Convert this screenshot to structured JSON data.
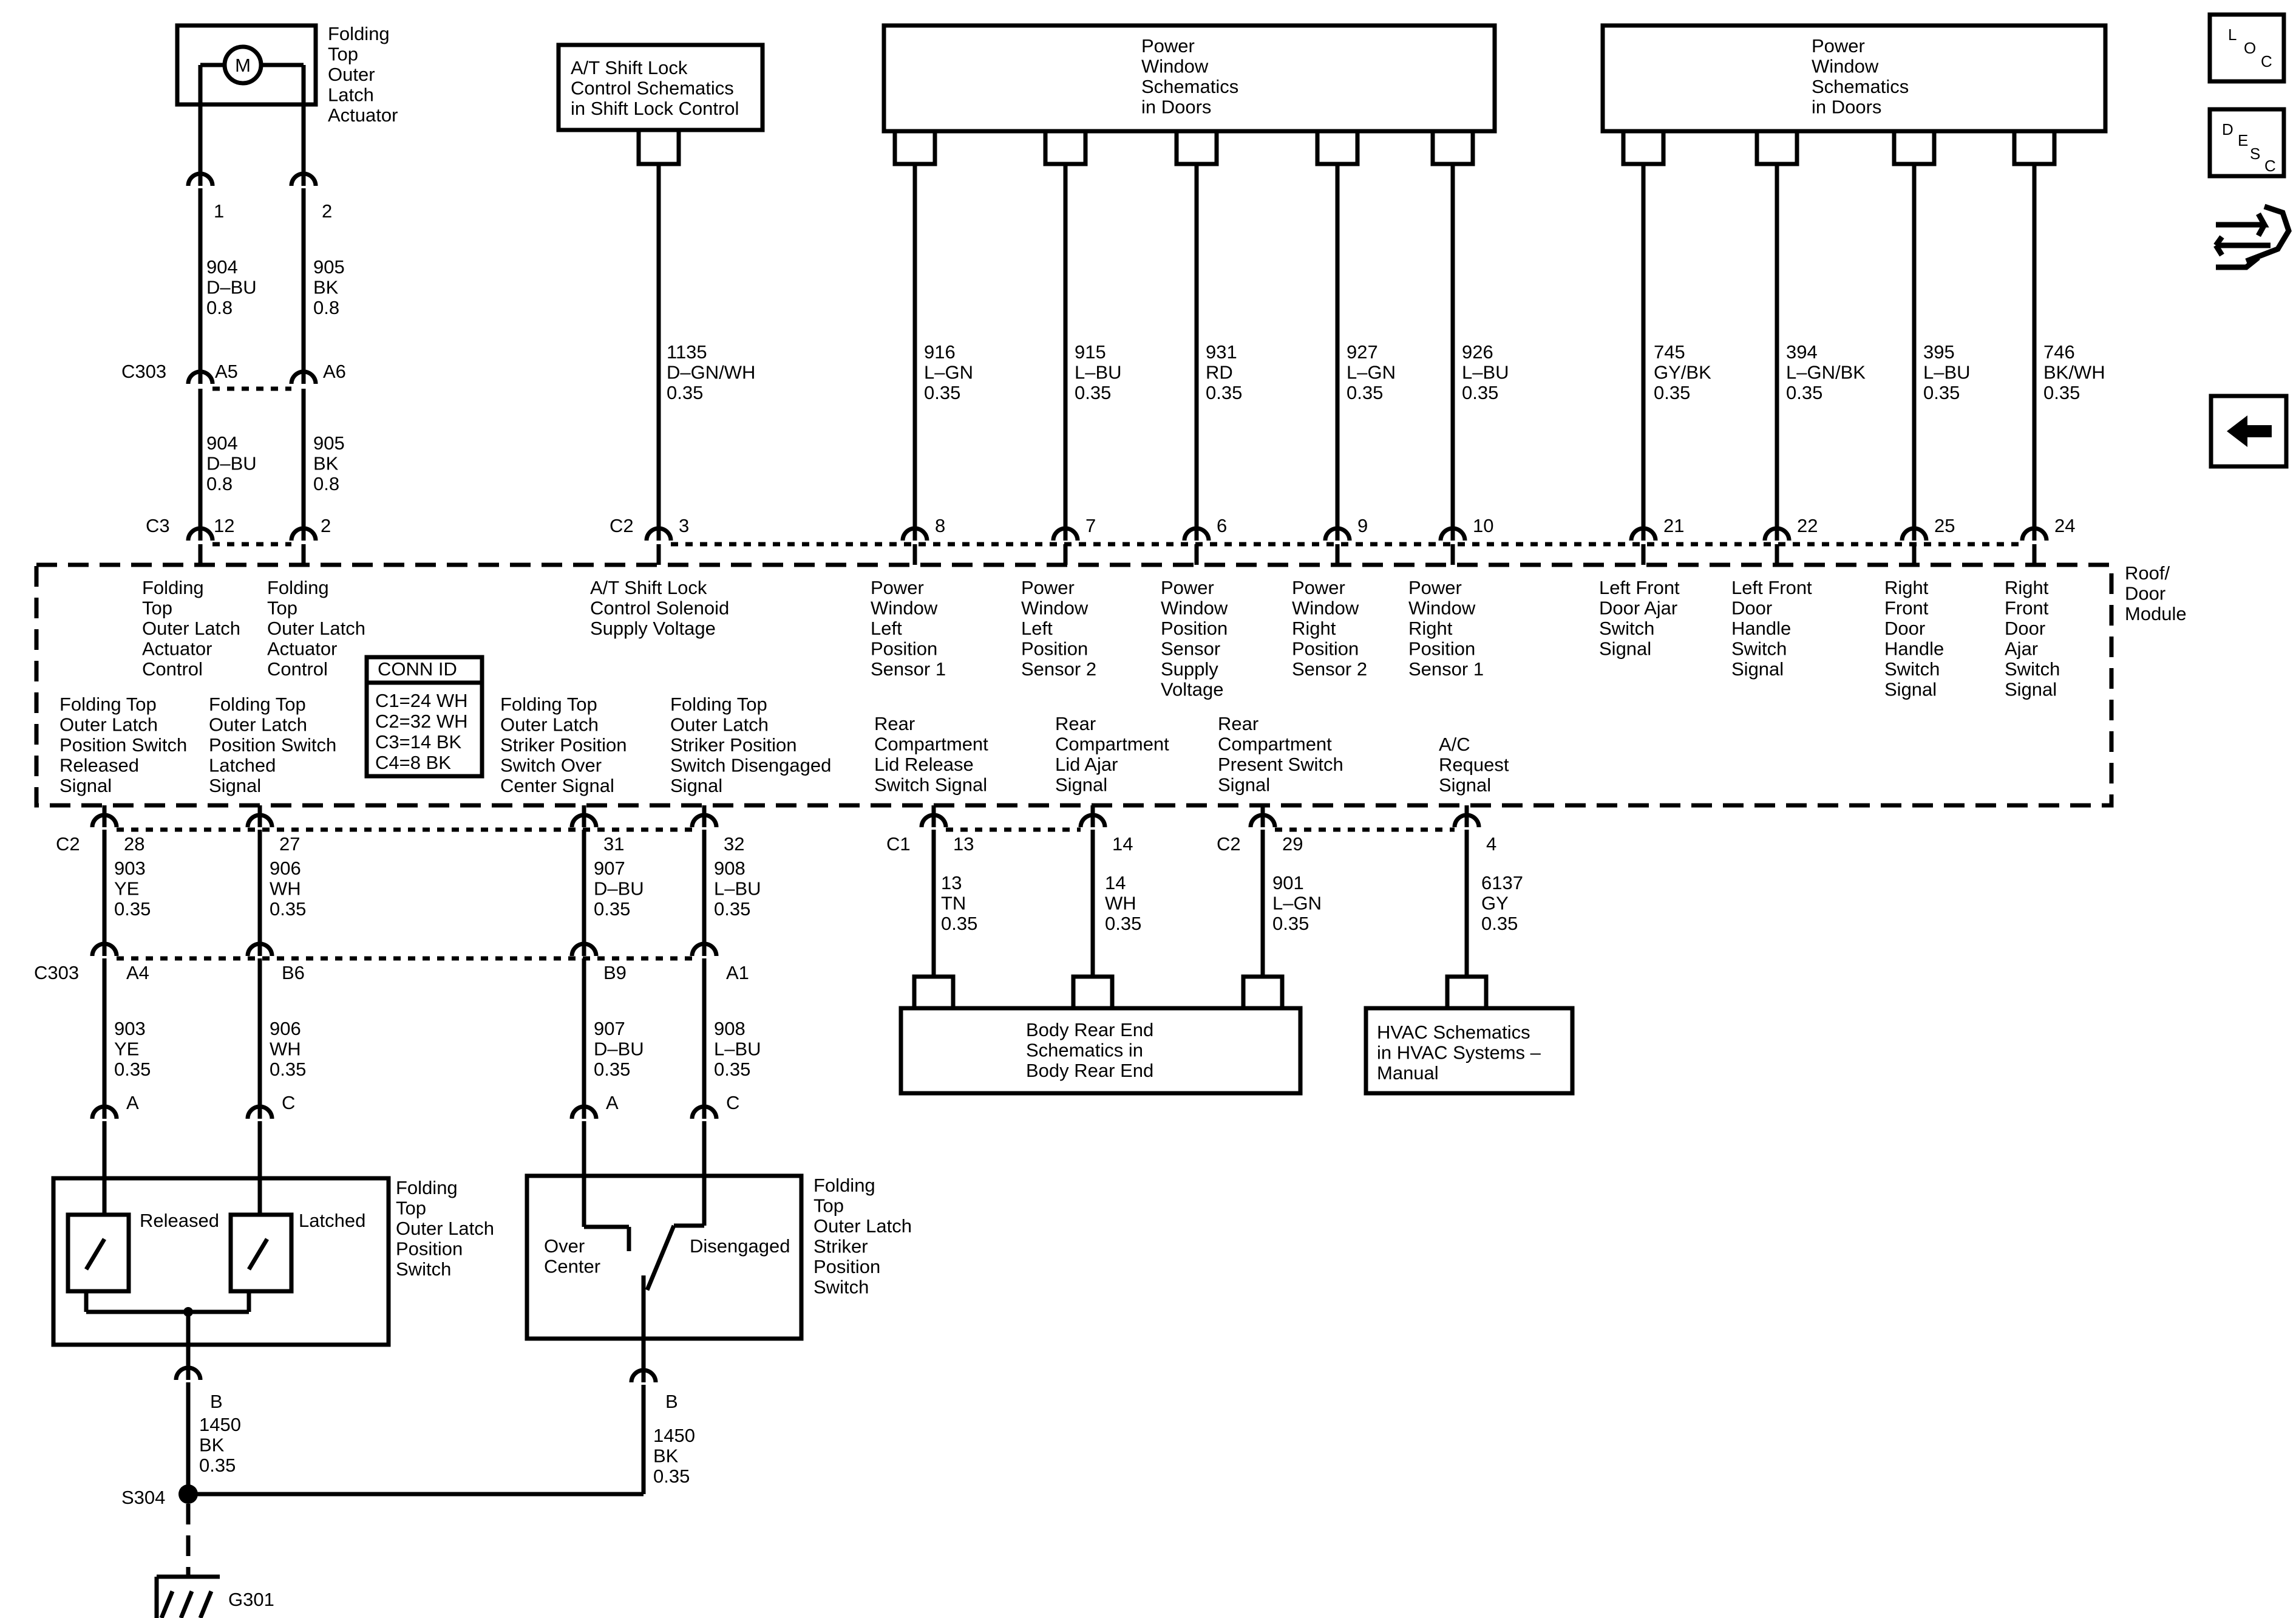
{
  "module": {
    "name": "Roof/\nDoor\nModule"
  },
  "nav": {
    "loc": "LOC",
    "desc": "DESC"
  },
  "conn_id": {
    "title": "CONN ID",
    "rows": [
      "C1=24 WH",
      "C2=32 WH",
      "C3=14 BK",
      "C4=8 BK"
    ]
  },
  "components": {
    "actuator": {
      "label": "Folding\nTop\nOuter\nLatch\nActuator",
      "motor": "M"
    },
    "shift_lock": {
      "label": "A/T Shift Lock\nControl Schematics\nin Shift Lock Control"
    },
    "pw_left": {
      "label": "Power\nWindow\nSchematics\nin Doors"
    },
    "pw_right": {
      "label": "Power\nWindow\nSchematics\nin Doors"
    },
    "body_rear": {
      "label": "Body Rear End\nSchematics in\nBody Rear End"
    },
    "hvac": {
      "label": "HVAC Schematics\nin HVAC Systems –\nManual"
    },
    "pos_switch": {
      "label": "Folding\nTop\nOuter Latch\nPosition\nSwitch",
      "released": "Released",
      "latched": "Latched"
    },
    "striker_switch": {
      "label": "Folding\nTop\nOuter Latch\nStriker\nPosition\nSwitch",
      "over_center": "Over\nCenter",
      "disengaged": "Disengaged"
    }
  },
  "connectors": {
    "c303_top": "C303",
    "c3": "C3",
    "c2_top": "C2",
    "c2_bottom": "C2",
    "c1_bottom": "C1",
    "c2_bottom_right": "C2",
    "c303_bottom": "C303",
    "s304": "S304",
    "g301": "G301"
  },
  "top_circuits": [
    {
      "pin_top": "1",
      "wire": "904\nD–BU\n0.8",
      "pin_mid": "A5",
      "wire2": "904\nD–BU\n0.8",
      "pin_mod": "12",
      "func": "Folding\nTop\nOuter Latch\nActuator\nControl"
    },
    {
      "pin_top": "2",
      "wire": "905\nBK\n0.8",
      "pin_mid": "A6",
      "wire2": "905\nBK\n0.8",
      "pin_mod": "2",
      "func": "Folding\nTop\nOuter Latch\nActuator\nControl"
    },
    {
      "wire": "1135\nD–GN/WH\n0.35",
      "pin_mod": "3",
      "func": "A/T Shift Lock\nControl Solenoid\nSupply Voltage"
    },
    {
      "wire": "916\nL–GN\n0.35",
      "pin_mod": "8",
      "func": "Power\nWindow\nLeft\nPosition\nSensor 1"
    },
    {
      "wire": "915\nL–BU\n0.35",
      "pin_mod": "7",
      "func": "Power\nWindow\nLeft\nPosition\nSensor 2"
    },
    {
      "wire": "931\nRD\n0.35",
      "pin_mod": "6",
      "func": "Power\nWindow\nPosition\nSensor\nSupply\nVoltage"
    },
    {
      "wire": "927\nL–GN\n0.35",
      "pin_mod": "9",
      "func": "Power\nWindow\nRight\nPosition\nSensor 2"
    },
    {
      "wire": "926\nL–BU\n0.35",
      "pin_mod": "10",
      "func": "Power\nWindow\nRight\nPosition\nSensor 1"
    },
    {
      "wire": "745\nGY/BK\n0.35",
      "pin_mod": "21",
      "func": "Left Front\nDoor Ajar\nSwitch\nSignal"
    },
    {
      "wire": "394\nL–GN/BK\n0.35",
      "pin_mod": "22",
      "func": "Left Front\nDoor\nHandle\nSwitch\nSignal"
    },
    {
      "wire": "395\nL–BU\n0.35",
      "pin_mod": "25",
      "func": "Right\nFront\nDoor\nHandle\nSwitch\nSignal"
    },
    {
      "wire": "746\nBK/WH\n0.35",
      "pin_mod": "24",
      "func": "Right\nFront\nDoor\nAjar\nSwitch\nSignal"
    }
  ],
  "bottom_circuits": [
    {
      "func": "Folding Top\nOuter Latch\nPosition Switch\nReleased\nSignal",
      "pin_mod": "28",
      "wire": "903\nYE\n0.35",
      "pin_mid": "A4",
      "wire2": "903\nYE\n0.35",
      "pin_sw": "A"
    },
    {
      "func": "Folding Top\nOuter Latch\nPosition Switch\nLatched\nSignal",
      "pin_mod": "27",
      "wire": "906\nWH\n0.35",
      "pin_mid": "B6",
      "wire2": "906\nWH\n0.35",
      "pin_sw": "C"
    },
    {
      "func": "Folding Top\nOuter Latch\nStriker Position\nSwitch Over\nCenter Signal",
      "pin_mod": "31",
      "wire": "907\nD–BU\n0.35",
      "pin_mid": "B9",
      "wire2": "907\nD–BU\n0.35",
      "pin_sw": "A"
    },
    {
      "func": "Folding Top\nOuter Latch\nStriker Position\nSwitch Disengaged\nSignal",
      "pin_mod": "32",
      "wire": "908\nL–BU\n0.35",
      "pin_mid": "A1",
      "wire2": "908\nL–BU\n0.35",
      "pin_sw": "C"
    },
    {
      "func": "Rear\nCompartment\nLid Release\nSwitch Signal",
      "pin_mod": "13",
      "wire": "13\nTN\n0.35"
    },
    {
      "func": "Rear\nCompartment\nLid Ajar\nSignal",
      "pin_mod": "14",
      "wire": "14\nWH\n0.35"
    },
    {
      "func": "Rear\nCompartment\nPresent Switch\nSignal",
      "pin_mod": "29",
      "wire": "901\nL–GN\n0.35"
    },
    {
      "func": "A/C\nRequest\nSignal",
      "pin_mod": "4",
      "wire": "6137\nGY\n0.35"
    }
  ],
  "ground": [
    {
      "pin": "B",
      "wire": "1450\nBK\n0.35"
    },
    {
      "pin": "B",
      "wire": "1450\nBK\n0.35"
    }
  ]
}
